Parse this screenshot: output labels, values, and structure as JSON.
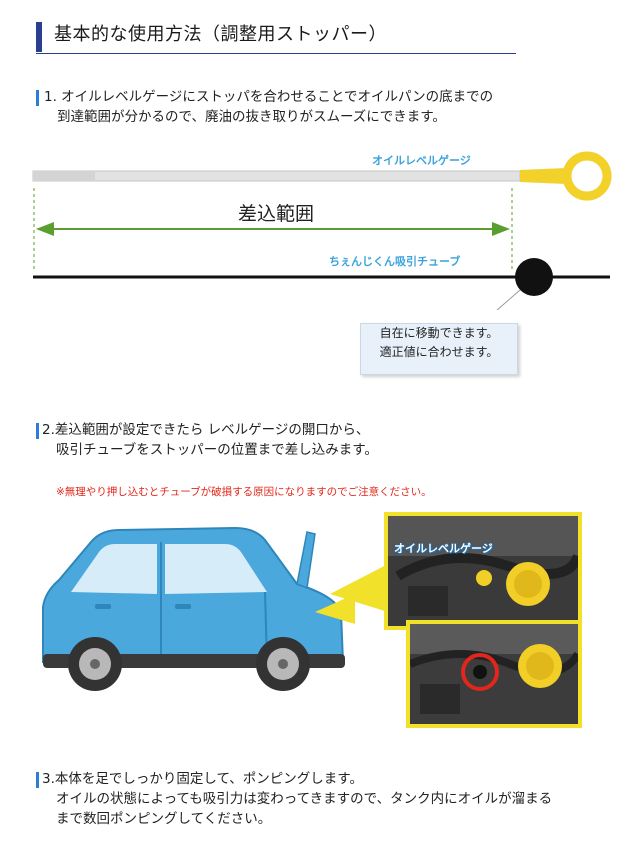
{
  "title": "基本的な使用方法（調整用ストッパー）",
  "step1": {
    "line1": "1. オイルレベルゲージにストッパを合わせることでオイルパンの底までの",
    "line2": "到達範囲が分かるので、廃油の抜き取りがスムーズにできます。"
  },
  "diagram": {
    "gauge_label": "オイルレベルゲージ",
    "range_label": "差込範囲",
    "tube_label": "ちぇんじくん吸引チューブ",
    "note_line1": "自在に移動できます。",
    "note_line2": "適正値に合わせます。"
  },
  "step2": {
    "line1": "2.差込範囲が設定できたら レベルゲージの開口から、",
    "line2": "吸引チューブをストッパーの位置まで差し込みます。"
  },
  "warning": "※無理やり押し込むとチューブが破損する原因になりますのでご注意ください。",
  "photo": {
    "label": "オイルレベルゲージ"
  },
  "step3": {
    "line1": "3.本体を足でしっかり固定して、ポンピングします。",
    "line2": "オイルの状態によっても吸引力は変わってきますので、タンク内にオイルが溜まる",
    "line3": "まで数回ポンピングしてください。"
  },
  "colors": {
    "title_accent": "#2a3f8f",
    "step_accent": "#2a7fd4",
    "gauge_yellow": "#f2d12a",
    "arrow_green": "#5a9e2f",
    "car_blue": "#4aa8dc",
    "warning_red": "#e3261b",
    "highlight_yellow": "#f2e12a"
  }
}
